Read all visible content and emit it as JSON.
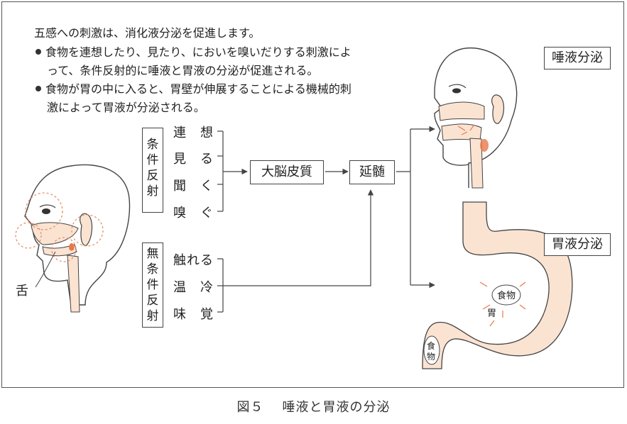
{
  "intro": "五感への刺激は、消化液分泌を促進します。",
  "bullets": [
    {
      "line1": "食物を連想したり、見たり、においを嗅いだりする刺激によ",
      "line2": "って、条件反射的に唾液と胃液の分泌が促進される。"
    },
    {
      "line1": "食物が胃の中に入ると、胃壁が伸展することによる機械的刺",
      "line2": "激によって胃液が分泌される。"
    }
  ],
  "conditioned": {
    "label_chars": [
      "条",
      "件",
      "反",
      "射"
    ],
    "items": [
      "連　想",
      "見　る",
      "聞　く",
      "嗅　ぐ"
    ]
  },
  "unconditioned": {
    "label_chars": [
      "無",
      "条",
      "件",
      "反",
      "射"
    ],
    "items": [
      "触れる",
      "温　冷",
      "味　覚"
    ]
  },
  "cortex": "大脳皮質",
  "medulla": "延髄",
  "saliva_label": "唾液分泌",
  "gastric_label": "胃液分泌",
  "tongue_label": "舌",
  "stomach_label": "胃",
  "food_label": "食物",
  "food_label_esophagus": [
    "食",
    "物"
  ],
  "caption_num": "図５",
  "caption_title": "唾液と胃液の分泌",
  "colors": {
    "skin_tint": "#fbe3d2",
    "accent": "#e8784a",
    "line": "#444444",
    "dashed": "#e8906a"
  }
}
